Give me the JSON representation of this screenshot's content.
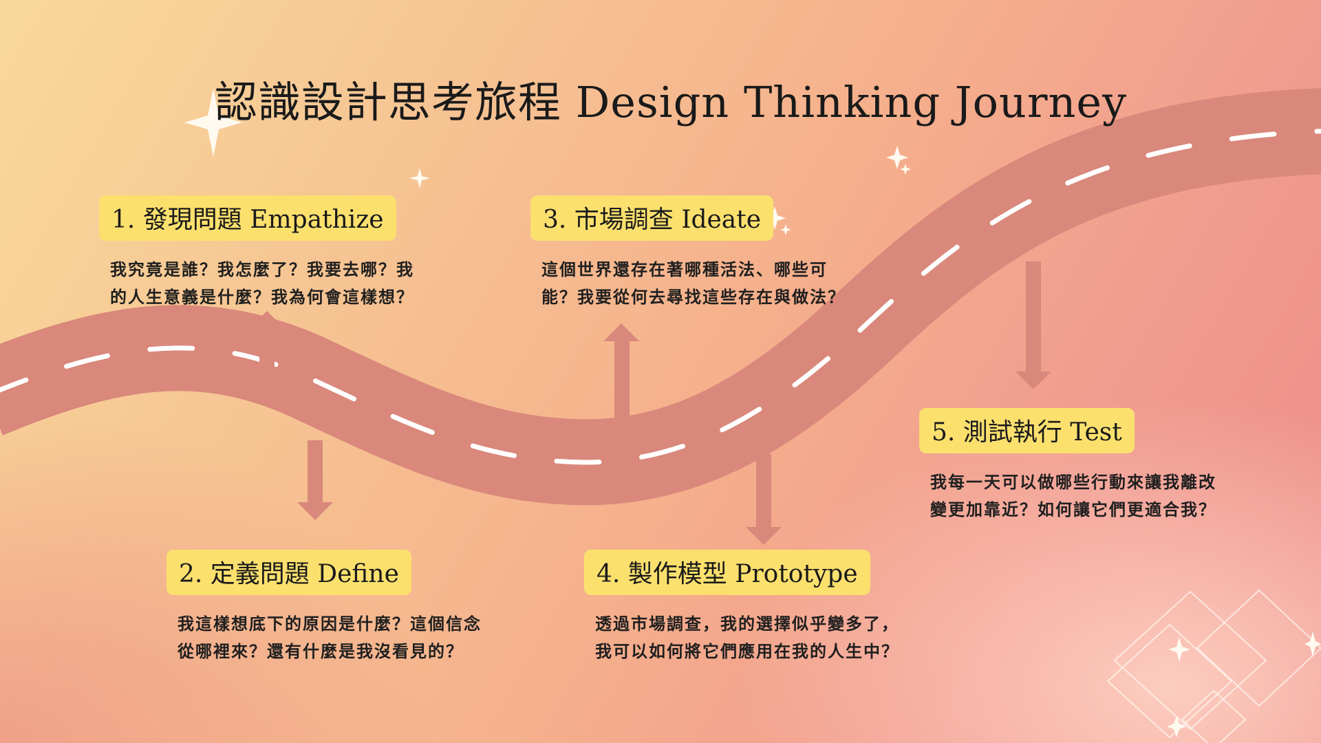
{
  "title": "認識設計思考旅程 Design Thinking Journey",
  "colors": {
    "road": "#d9887b",
    "dash": "#ffffff",
    "pill": "#fbe06e",
    "text": "#1a1a1a"
  },
  "steps": [
    {
      "label": "1. 發現問題 Empathize",
      "lines": [
        "我究竟是誰？我怎麼了？我要去哪？我",
        "的人生意義是什麼？我為何會這樣想？"
      ]
    },
    {
      "label": "2. 定義問題 Define",
      "lines": [
        "我這樣想底下的原因是什麼？這個信念",
        "從哪裡來？還有什麼是我沒看見的？"
      ]
    },
    {
      "label": "3. 市場調查 Ideate",
      "lines": [
        "這個世界還存在著哪種活法、哪些可",
        "能？我要從何去尋找這些存在與做法？"
      ]
    },
    {
      "label": "4. 製作模型 Prototype",
      "lines": [
        "透過市場調查，我的選擇似乎變多了，",
        "我可以如何將它們應用在我的人生中？"
      ]
    },
    {
      "label": "5. 測試執行 Test",
      "lines": [
        "我每一天可以做哪些行動來讓我離改",
        "變更加靠近？如何讓它們更適合我？"
      ]
    }
  ]
}
